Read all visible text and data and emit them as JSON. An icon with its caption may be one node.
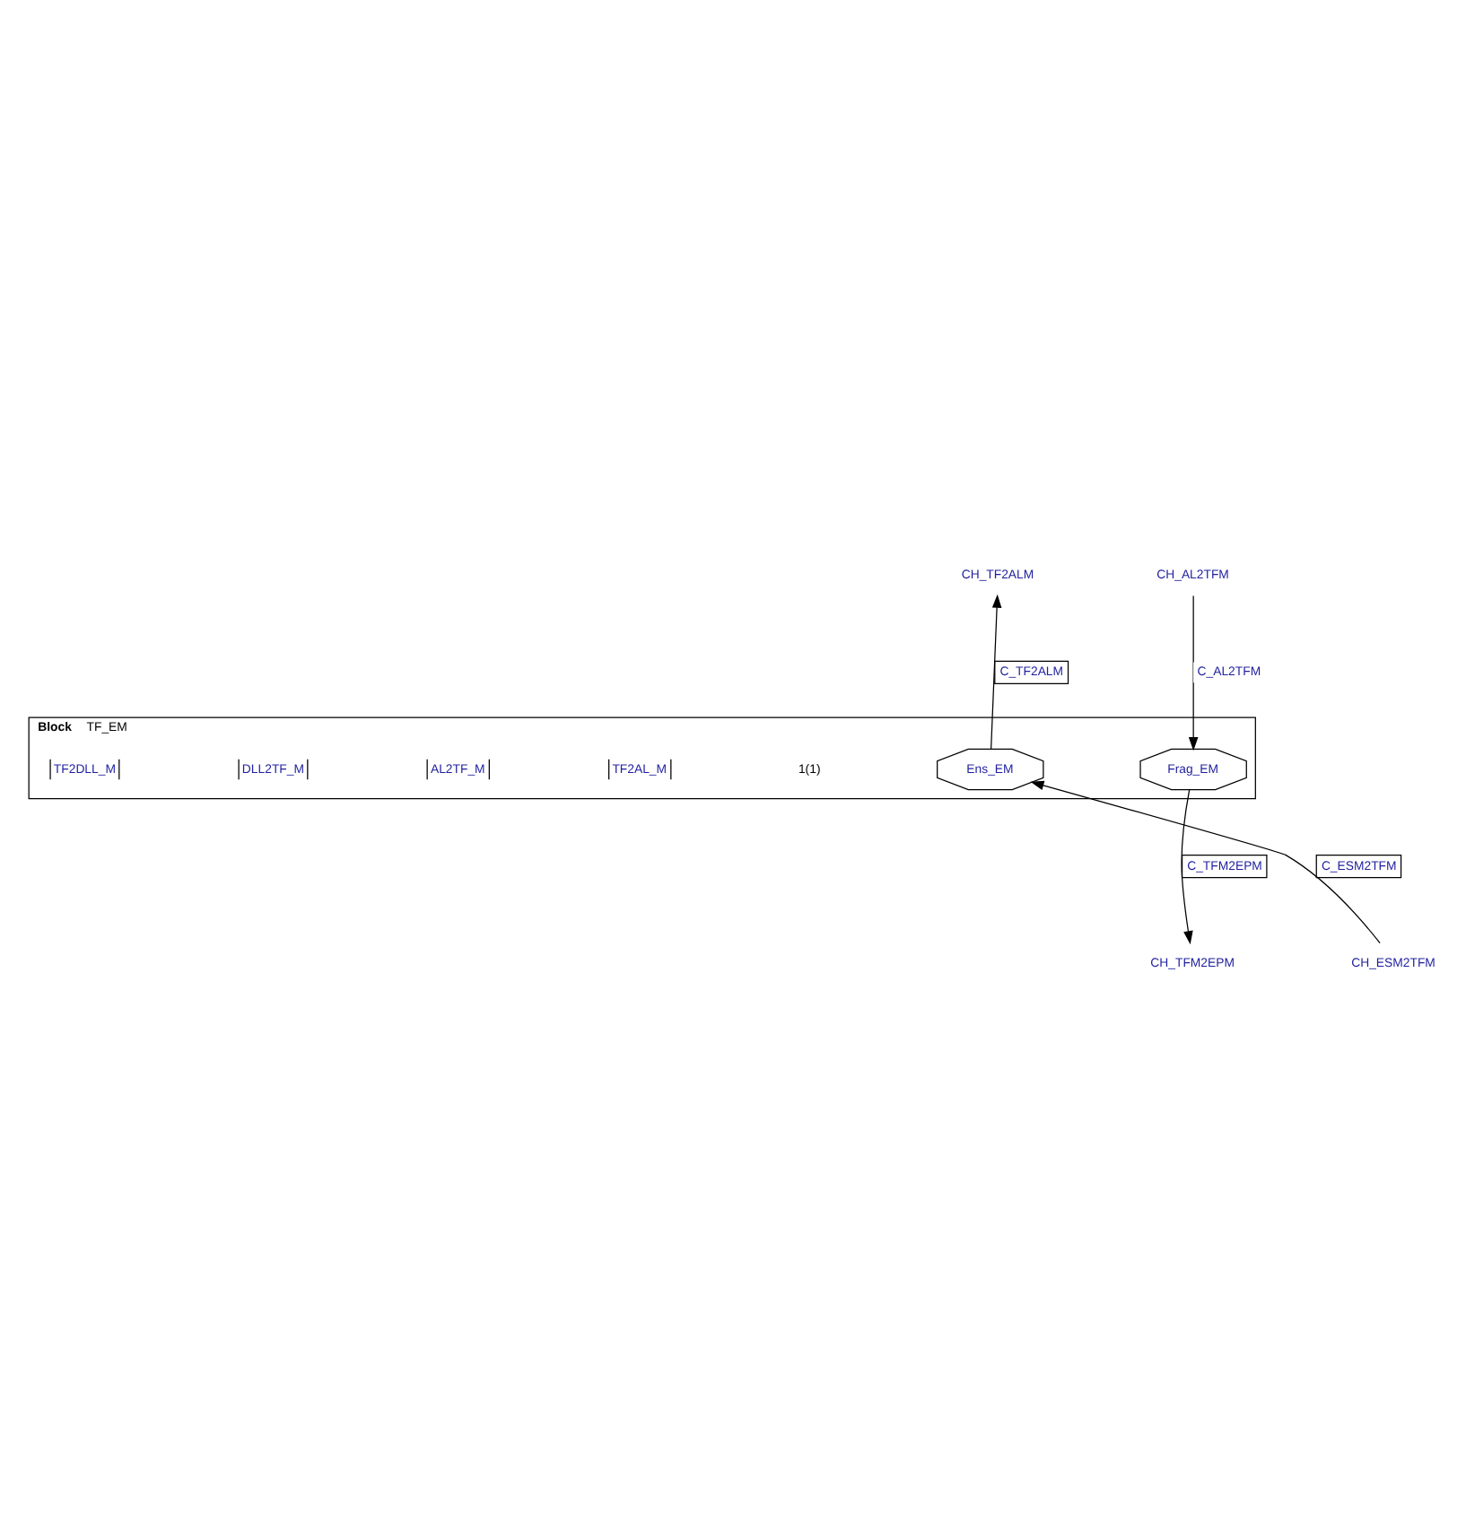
{
  "diagram": {
    "nodes": [
      {
        "text": [
          "Block",
          "TF_EM"
        ]
      },
      {
        "text": [
          "CH_AL2TFM"
        ]
      },
      {
        "text": [
          "CH_TF2ALM"
        ]
      },
      {
        "text": [
          "Frag_EM"
        ],
        "in": 0
      },
      {
        "text": [
          "Ens_EM"
        ],
        "in": 0
      },
      {
        "text": [
          "CH_TFM2EPM"
        ]
      },
      {
        "text": [
          "CH_ESM2TFM"
        ]
      }
    ],
    "edges": [
      {
        "from": 1,
        "to": 3,
        "arrow": "to",
        "label": "C_AL2TFM"
      },
      {
        "from": 4,
        "to": 2,
        "arrow": "to",
        "label": "C_TF2ALM"
      },
      {
        "from": 3,
        "to": 5,
        "arrow": "to",
        "label": "C_TFM2EPM"
      },
      {
        "from": 6,
        "to": 4,
        "arrow": "to",
        "label": "C_ESM2TFM"
      }
    ],
    "labels": [
      "1(1)",
      "TF2AL_M",
      "AL2TF_M",
      "DLL2TF_M",
      "TF2DLL_M"
    ]
  }
}
